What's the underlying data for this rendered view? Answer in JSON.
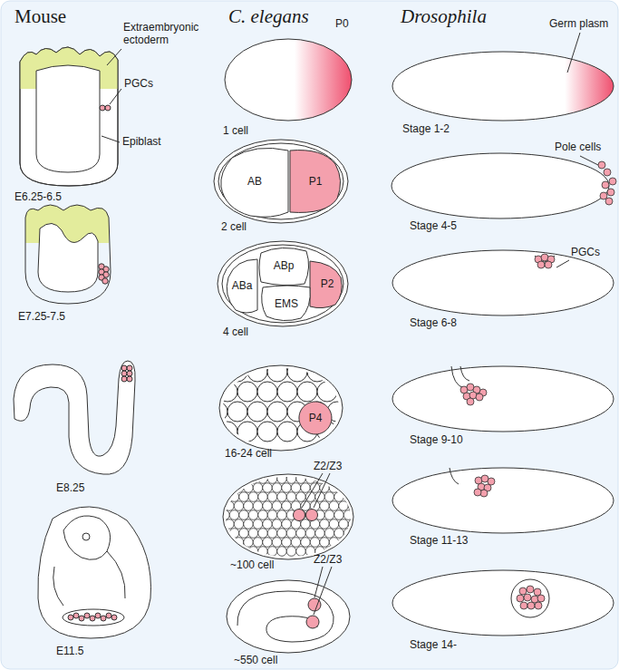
{
  "diagram": {
    "nodes": [
      {
        "text": [
          "AB"
        ]
      },
      {
        "text": [
          "P1"
        ]
      },
      {
        "text": [
          "ABp"
        ]
      },
      {
        "text": [
          "ABa"
        ]
      },
      {
        "text": [
          "P2"
        ]
      },
      {
        "text": [
          "EMS"
        ]
      },
      {
        "text": [
          "P4"
        ]
      }
    ],
    "labels": [
      "Mouse",
      "C. elegans",
      "Drosophila",
      "Extraembryonic ectoderm",
      "P0",
      "Germ plasm",
      "PGCs",
      "Epiblast",
      "1 cell",
      "Stage 1-2",
      "Pole cells",
      "E6.25-6.5",
      "2 cell",
      "Stage 4-5",
      "PGCs",
      "4 cell",
      "Stage 6-8",
      "E7.25-7.5",
      "Stage 9-10",
      "16-24 cell",
      "E8.25",
      "Z2/Z3",
      "Stage 11-13",
      "~100 cell",
      "Z2/Z3",
      "E11.5",
      "Stage 14-",
      "~550 cell"
    ]
  }
}
